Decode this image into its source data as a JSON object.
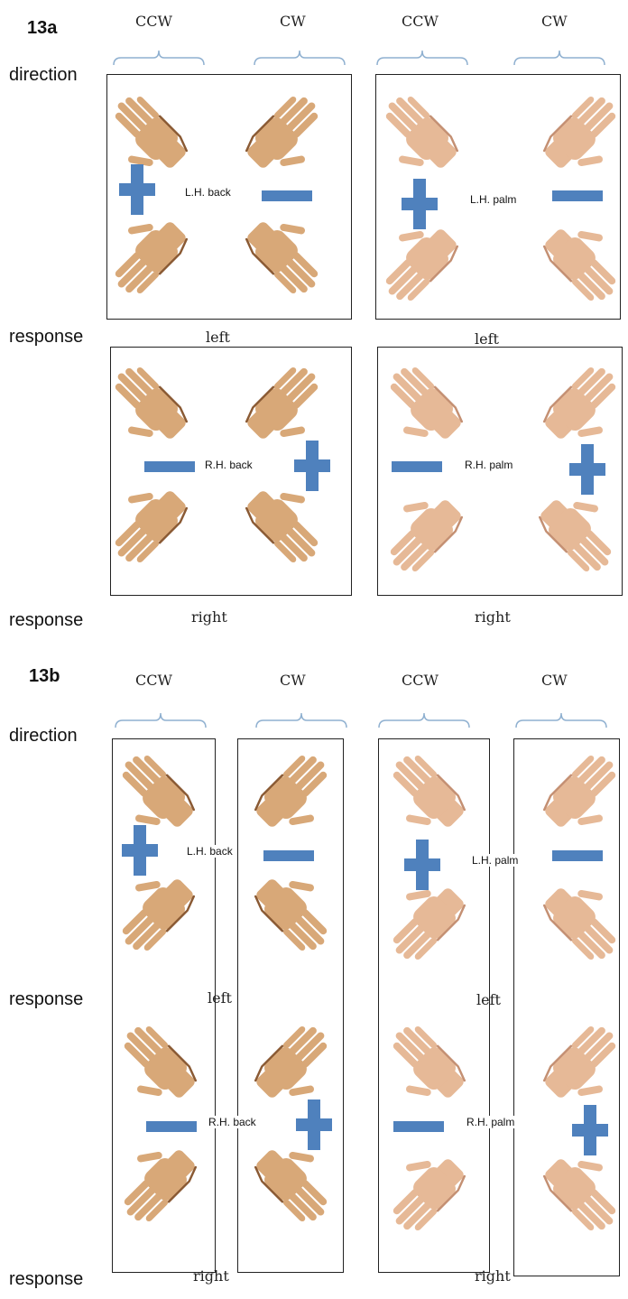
{
  "figure_a": {
    "label": "13a",
    "direction_headers": [
      "CCW",
      "CW",
      "CCW",
      "CW"
    ],
    "row_labels": {
      "direction": "direction",
      "response": "response"
    },
    "panels": [
      {
        "center": "L.H. back",
        "response": "left"
      },
      {
        "center": "L.H. palm",
        "response": "left"
      },
      {
        "center": "R.H. back",
        "response": "right"
      },
      {
        "center": "R.H. palm",
        "response": "right"
      }
    ]
  },
  "figure_b": {
    "label": "13b",
    "direction_headers": [
      "CCW",
      "CW",
      "CCW",
      "CW"
    ],
    "row_labels": {
      "direction": "direction",
      "response": "response"
    },
    "panels": [
      {
        "center": "L.H. back",
        "response": "left"
      },
      {
        "center": "L.H. palm",
        "response": "left"
      },
      {
        "center": "R.H. back",
        "response": "right"
      },
      {
        "center": "R.H. palm",
        "response": "right"
      }
    ]
  },
  "colors": {
    "sign": "#4f81bd",
    "bracket": "#8fb0d0",
    "skin_back": "#d8a878",
    "skin_palm": "#e6b997",
    "skin_shadow": "#8a5a34"
  },
  "icons": [
    "plus-sign-icon",
    "minus-sign-icon",
    "hand-back-icon",
    "hand-palm-icon",
    "bracket-icon"
  ]
}
